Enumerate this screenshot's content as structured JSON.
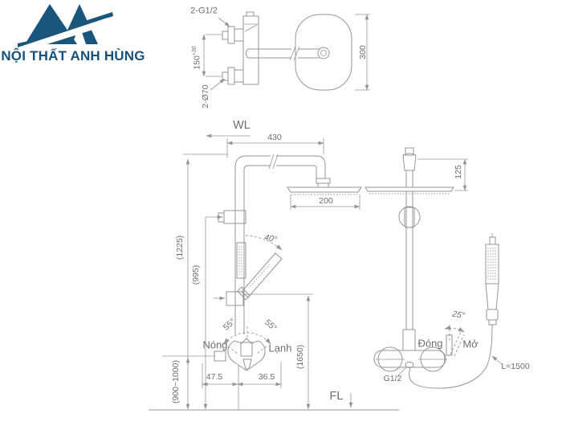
{
  "colors": {
    "line": "#969696",
    "ink": "#6e6e6e",
    "brand": "#1a567c",
    "brand_text": "#15517d"
  },
  "logo": {
    "brand_name": "NỘI THẤT ANH HÙNG"
  },
  "drawing": {
    "top_view": {
      "thread_label": "2-G1/2",
      "height_dim": "150",
      "height_tolerance": "+30",
      "hole_label": "2-Ø70",
      "head_width_dim": "300"
    },
    "front_view": {
      "water_line_label": "WL",
      "floor_line_label": "FL",
      "arm_length_dim": "430",
      "head_diameter_dim": "200",
      "handshower_angle_dim": "40°",
      "handle_left_angle_dim": "55°",
      "handle_right_angle_dim": "55°",
      "hot_label": "Nóng",
      "cold_label": "Lạnh",
      "offset_left_dim": "47.5",
      "offset_right_dim": "36.5",
      "head_height_dim": "(1650)",
      "riser_height_dim": "(1225)",
      "bracket_height_dim": "(995)",
      "valve_height_dim": "(900~1000)"
    },
    "side_view": {
      "head_depth_dim": "125",
      "lever_angle_dim": "25°",
      "close_label": "Đóng",
      "open_label": "Mở",
      "thread_label": "G1/2",
      "hose_length_dim": "L=1500"
    }
  }
}
